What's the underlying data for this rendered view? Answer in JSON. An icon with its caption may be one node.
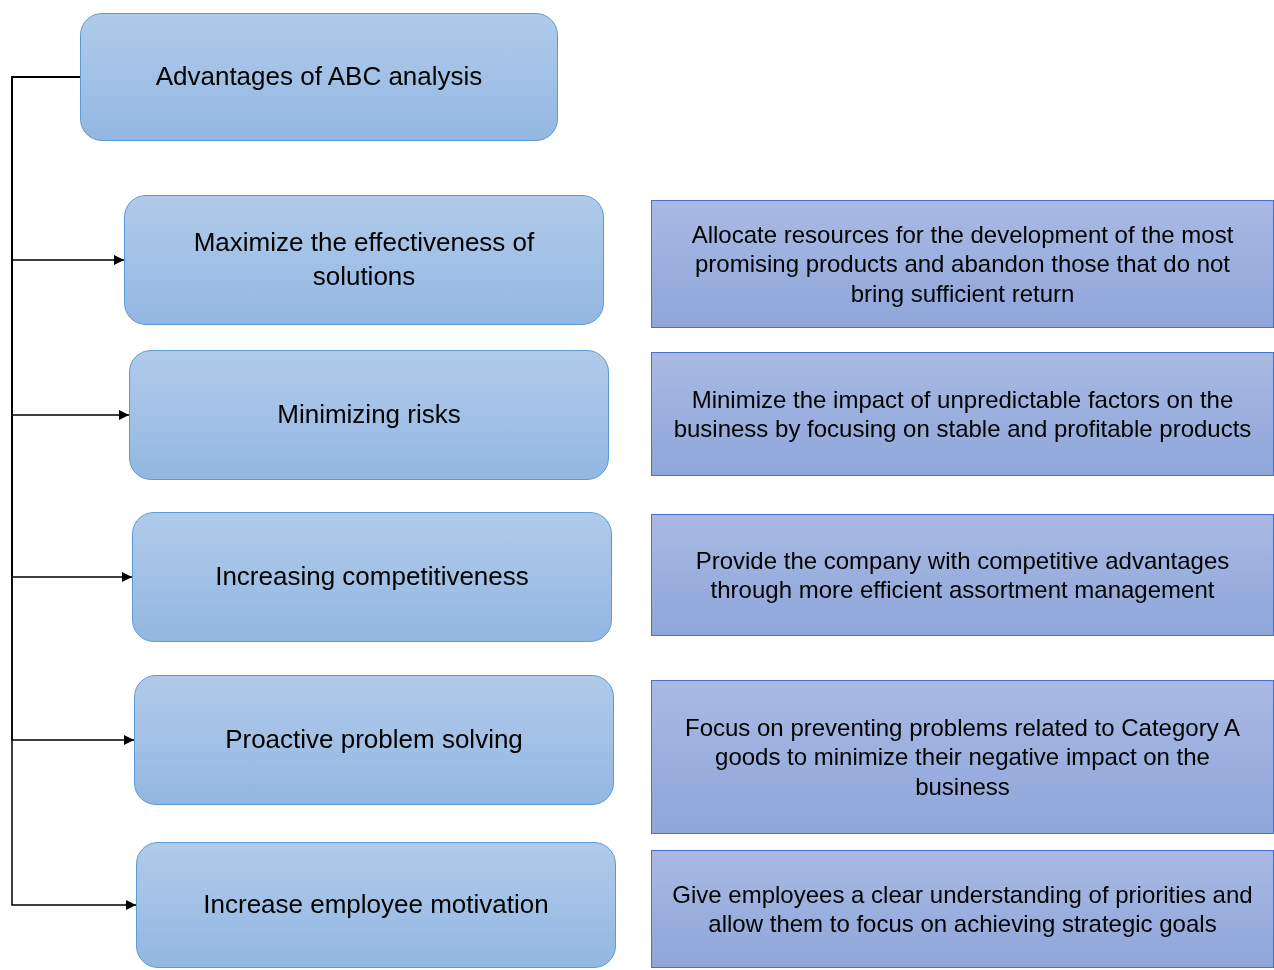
{
  "diagram": {
    "nodes": [
      {
        "text": [
          "Advantages of ABC analysis"
        ]
      },
      {
        "text": [
          "Maximize the effectiveness of solutions"
        ]
      },
      {
        "text": [
          "Allocate resources for the development of the most promising products and abandon those that do not bring sufficient return"
        ]
      },
      {
        "text": [
          "Minimizing risks"
        ]
      },
      {
        "text": [
          "Minimize the impact of unpredictable factors on the business by focusing on stable and profitable products"
        ]
      },
      {
        "text": [
          "Increasing competitiveness"
        ]
      },
      {
        "text": [
          "Provide the company with competitive advantages through more efficient assortment management"
        ]
      },
      {
        "text": [
          "Proactive problem solving"
        ]
      },
      {
        "text": [
          "Focus on preventing problems related to Category A goods to minimize their negative impact on the business"
        ]
      },
      {
        "text": [
          "Increase employee motivation"
        ]
      },
      {
        "text": [
          "Give employees a clear understanding of priorities and allow them to focus on achieving strategic goals"
        ]
      }
    ],
    "edges": [
      {
        "from": 0,
        "to": 1,
        "arrow": "to"
      },
      {
        "from": 0,
        "to": 3,
        "arrow": "to"
      },
      {
        "from": 0,
        "to": 5,
        "arrow": "to"
      },
      {
        "from": 0,
        "to": 7,
        "arrow": "to"
      },
      {
        "from": 0,
        "to": 9,
        "arrow": "to"
      }
    ]
  }
}
